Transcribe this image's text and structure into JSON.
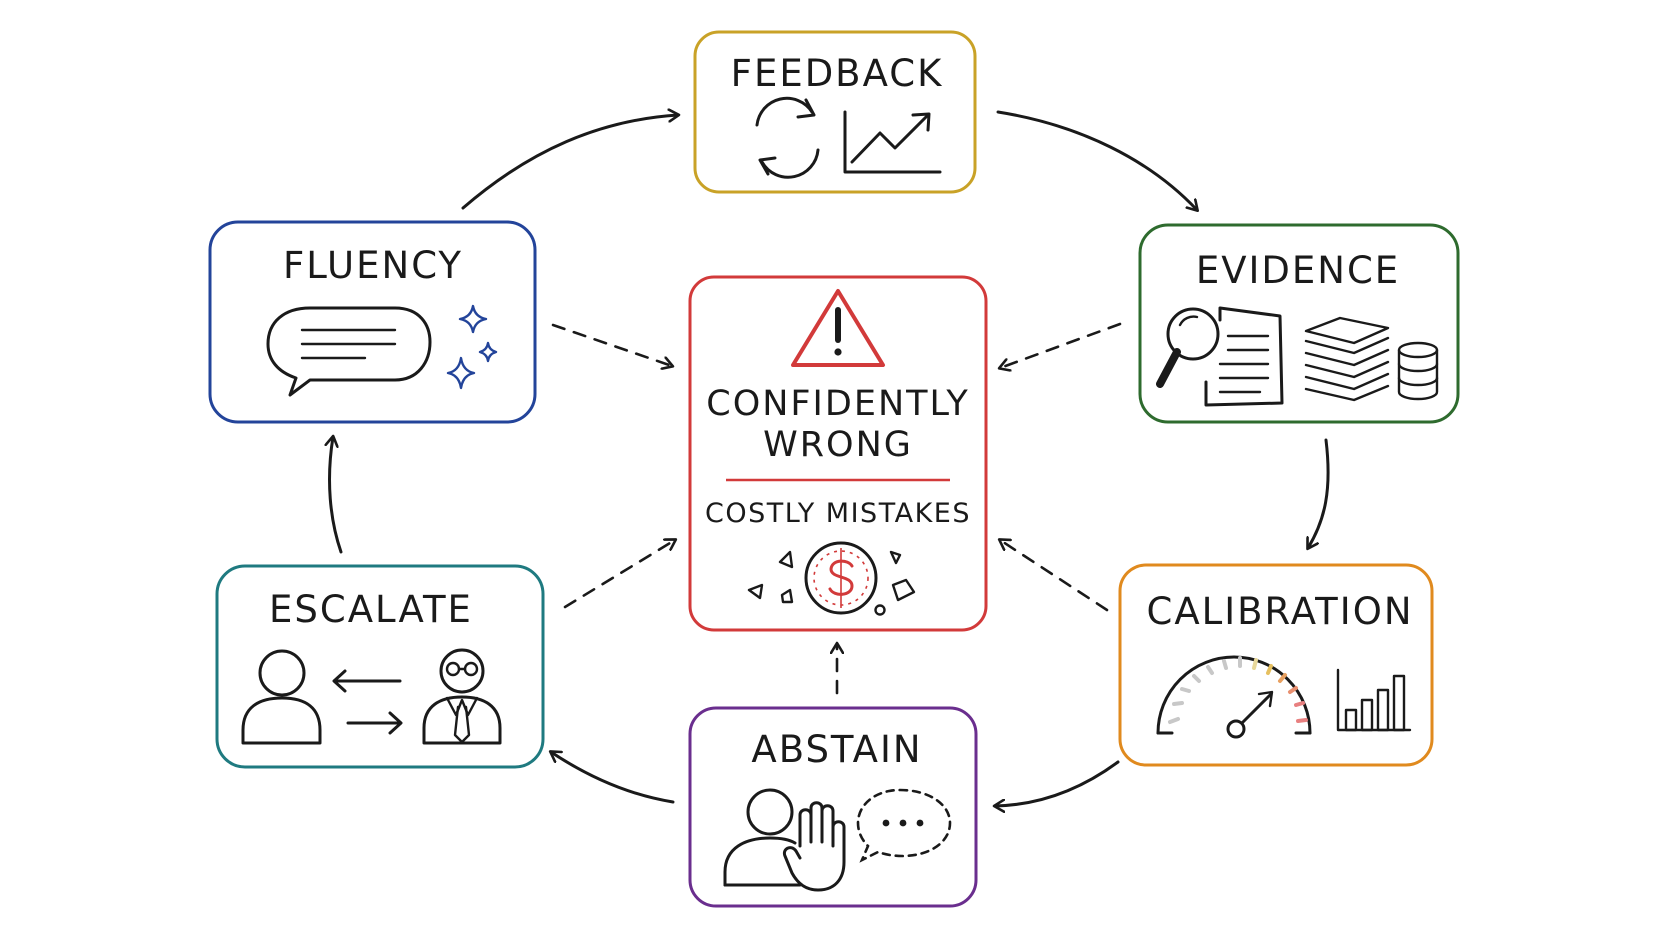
{
  "center": {
    "title_line1": "CONFIDENTLY",
    "title_line2": "WRONG",
    "subtitle": "COSTLY MISTAKES"
  },
  "nodes": [
    {
      "id": "feedback",
      "label": "FEEDBACK",
      "color": "#c9a227"
    },
    {
      "id": "evidence",
      "label": "EVIDENCE",
      "color": "#2e6b2e"
    },
    {
      "id": "calibration",
      "label": "CALIBRATION",
      "color": "#e08a1e"
    },
    {
      "id": "abstain",
      "label": "ABSTAIN",
      "color": "#6a2e8e"
    },
    {
      "id": "escalate",
      "label": "ESCALATE",
      "color": "#1f7a80"
    },
    {
      "id": "fluency",
      "label": "FLUENCY",
      "color": "#23449a"
    }
  ],
  "colors": {
    "center_border": "#d23a3a",
    "warning": "#d23a3a",
    "ink": "#1a1a1a"
  },
  "icons": {
    "feedback": [
      "refresh-cycle-icon",
      "trending-chart-icon"
    ],
    "evidence": [
      "magnifier-icon",
      "document-icon",
      "paper-stack-icon",
      "database-icon"
    ],
    "calibration": [
      "gauge-icon",
      "bar-chart-icon"
    ],
    "abstain": [
      "person-icon",
      "raised-hand-icon",
      "speech-ellipsis-icon"
    ],
    "escalate": [
      "person-icon",
      "bidirectional-arrows-icon",
      "manager-icon"
    ],
    "fluency": [
      "speech-bubble-icon",
      "sparkles-icon"
    ],
    "center": [
      "warning-triangle-icon",
      "broken-coin-icon"
    ]
  }
}
